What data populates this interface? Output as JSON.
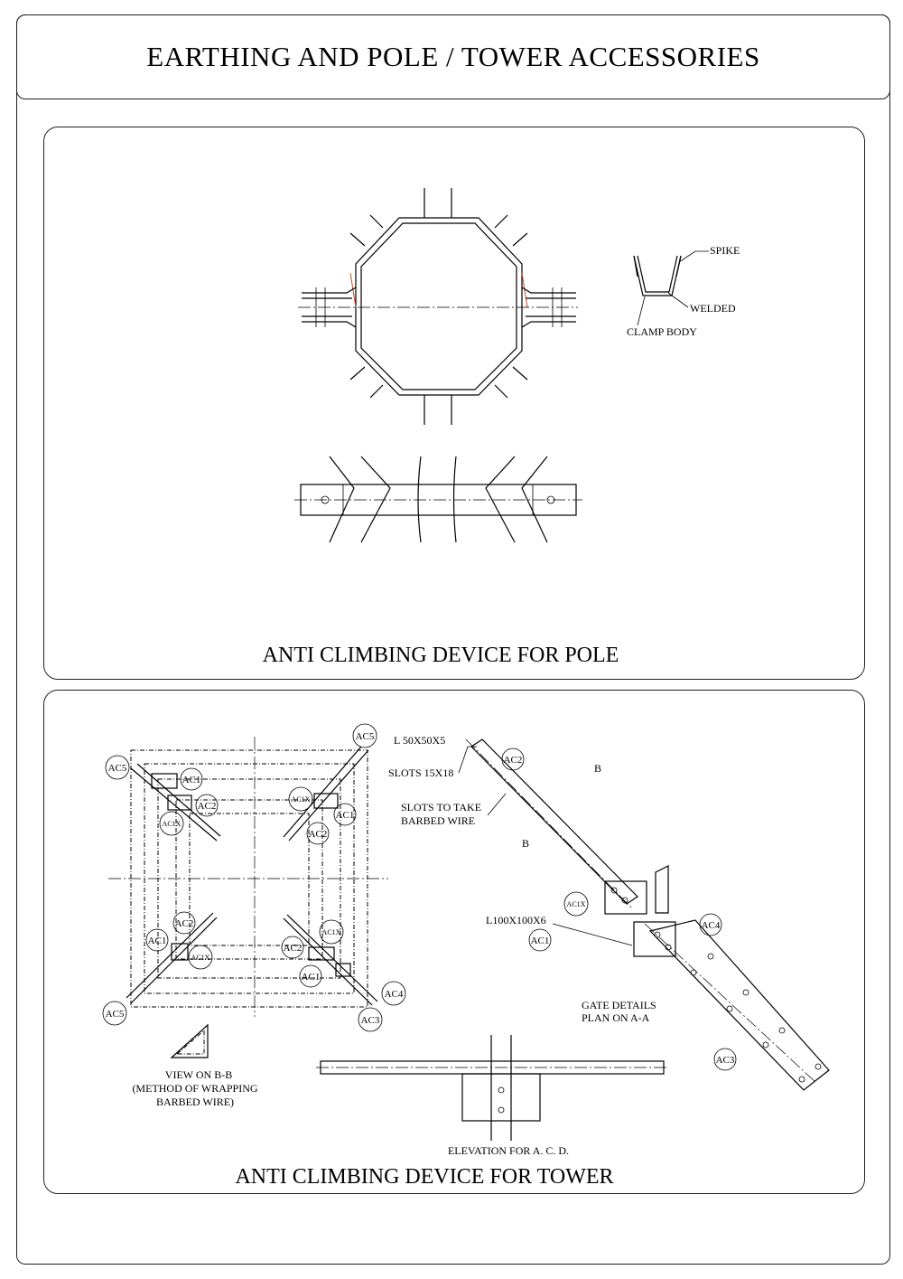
{
  "header": {
    "title": "EARTHING AND POLE / TOWER ACCESSORIES"
  },
  "pole_panel": {
    "caption": "ANTI CLIMBING DEVICE FOR POLE",
    "labels": {
      "spike": "SPIKE",
      "welded": "WELDED",
      "clamp_body": "CLAMP BODY"
    }
  },
  "tower_panel": {
    "caption": "ANTI CLIMBING DEVICE FOR TOWER",
    "notes": {
      "angle_small": "L 50X50X5",
      "slots": "SLOTS 15X18",
      "slots_barbed_1": "SLOTS TO TAKE",
      "slots_barbed_2": "BARBED WIRE",
      "angle_large": "L100X100X6",
      "section_mark": "B",
      "gate_1": "GATE DETAILS",
      "gate_2": "PLAN ON A-A",
      "view_1": "VIEW ON B-B",
      "view_2": "(METHOD OF WRAPPING",
      "view_3": "BARBED WIRE)",
      "elevation": "ELEVATION FOR A. C. D."
    },
    "part_marks": [
      "AC1",
      "AC2",
      "AC3",
      "AC4",
      "AC5",
      "AC1X"
    ]
  }
}
